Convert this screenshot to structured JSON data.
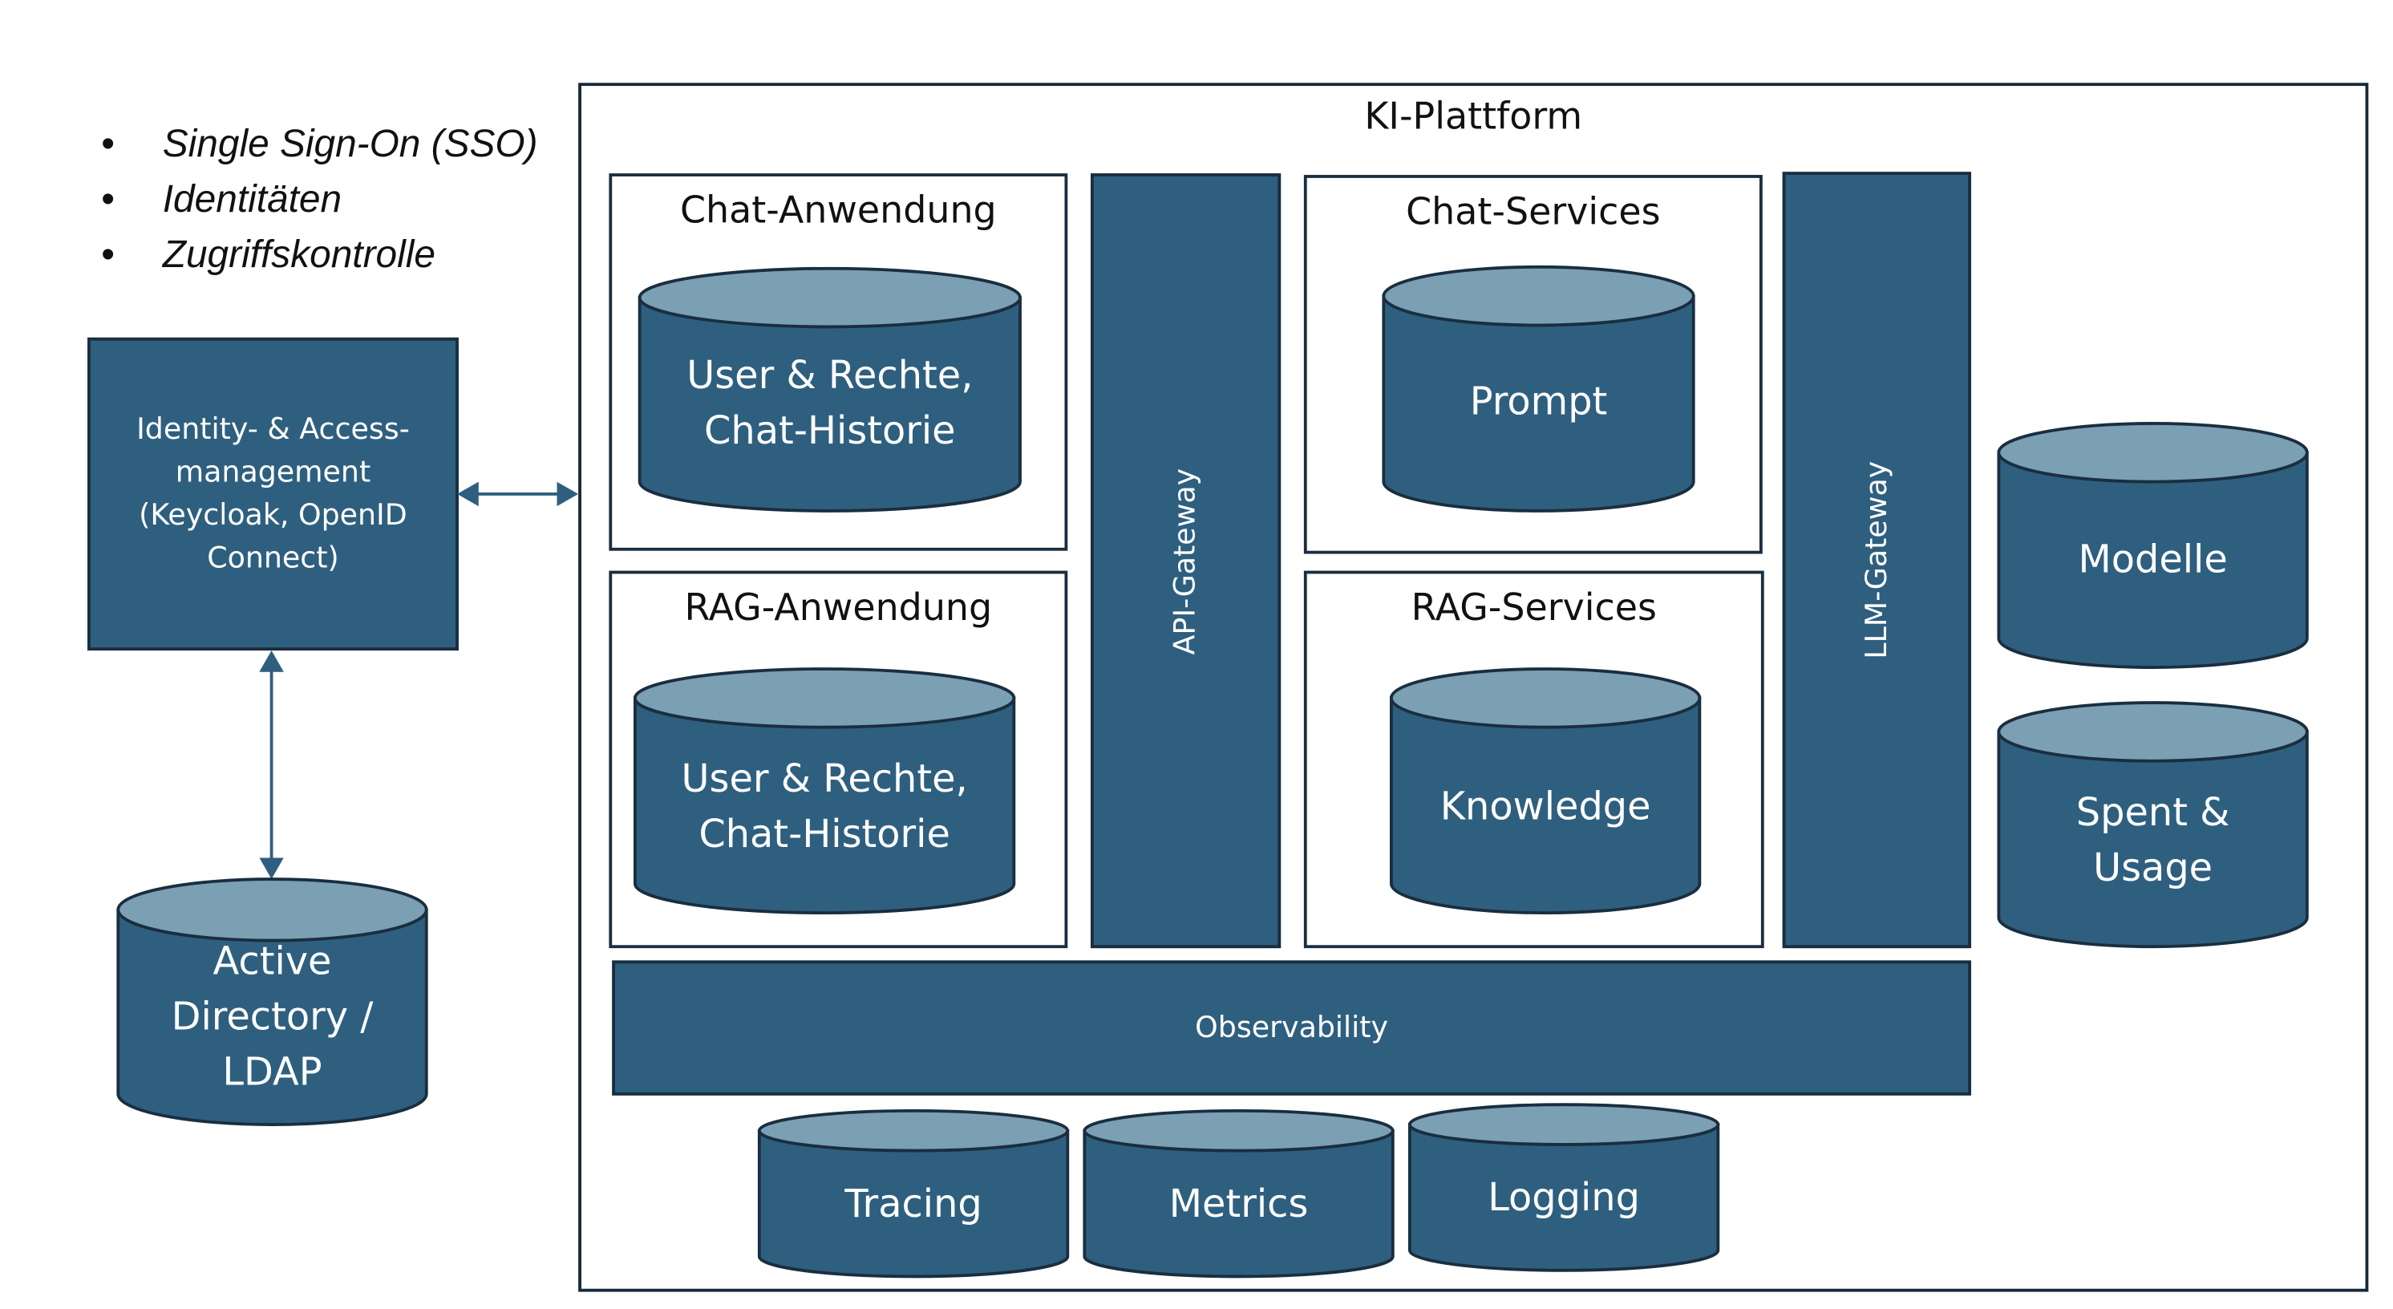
{
  "colors": {
    "fill": "#2f5f7f",
    "cylinder_top": "#7b9fb3",
    "stroke": "#1a2e40",
    "text_light": "#ffffff",
    "text_dark": "#111111"
  },
  "bullets": [
    "Single Sign-On (SSO)",
    "Identitäten",
    "Zugriffskontrolle"
  ],
  "iam": {
    "label": "Identity- & Access-management (Keycloak, OpenID Connect)"
  },
  "active_directory": {
    "lines": [
      "Active",
      "Directory /",
      "LDAP"
    ]
  },
  "platform": {
    "title": "KI-Plattform",
    "chat_app": {
      "title": "Chat-Anwendung",
      "db": [
        "User & Rechte,",
        "Chat-Historie"
      ]
    },
    "rag_app": {
      "title": "RAG-Anwendung",
      "db": [
        "User & Rechte,",
        "Chat-Historie"
      ]
    },
    "api_gateway": "API-Gateway",
    "chat_services": {
      "title": "Chat-Services",
      "db": [
        "Prompt"
      ]
    },
    "rag_services": {
      "title": "RAG-Services",
      "db": [
        "Knowledge"
      ]
    },
    "llm_gateway": "LLM-Gateway",
    "modelle": [
      "Modelle"
    ],
    "spent_usage": [
      "Spent &",
      "Usage"
    ],
    "observability": "Observability",
    "tracing": [
      "Tracing"
    ],
    "metrics": [
      "Metrics"
    ],
    "logging": [
      "Logging"
    ]
  }
}
